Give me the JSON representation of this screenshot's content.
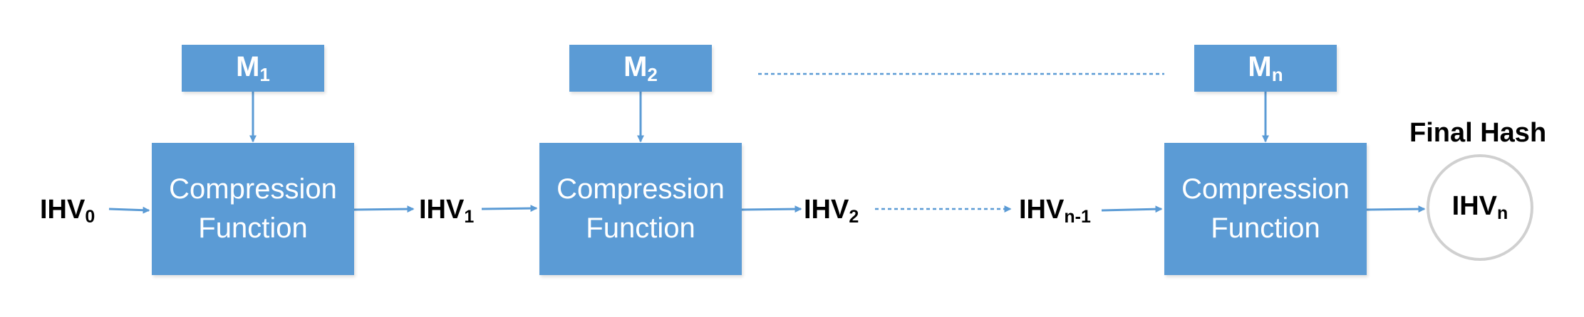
{
  "messages": [
    {
      "base": "M",
      "sub": "1"
    },
    {
      "base": "M",
      "sub": "2"
    },
    {
      "base": "M",
      "sub": "n"
    }
  ],
  "compression": {
    "line1": "Compression",
    "line2": "Function"
  },
  "ihv": [
    {
      "base": "IHV",
      "sub": "0"
    },
    {
      "base": "IHV",
      "sub": "1"
    },
    {
      "base": "IHV",
      "sub": "2"
    },
    {
      "base": "IHV",
      "sub": "n-1"
    },
    {
      "base": "IHV",
      "sub": "n"
    }
  ],
  "final_hash": {
    "title": "Final Hash"
  },
  "colors": {
    "box_fill": "#5b9bd5",
    "arrow": "#5b9bd5",
    "circle_border": "#d0d0d0",
    "text": "#000000"
  }
}
